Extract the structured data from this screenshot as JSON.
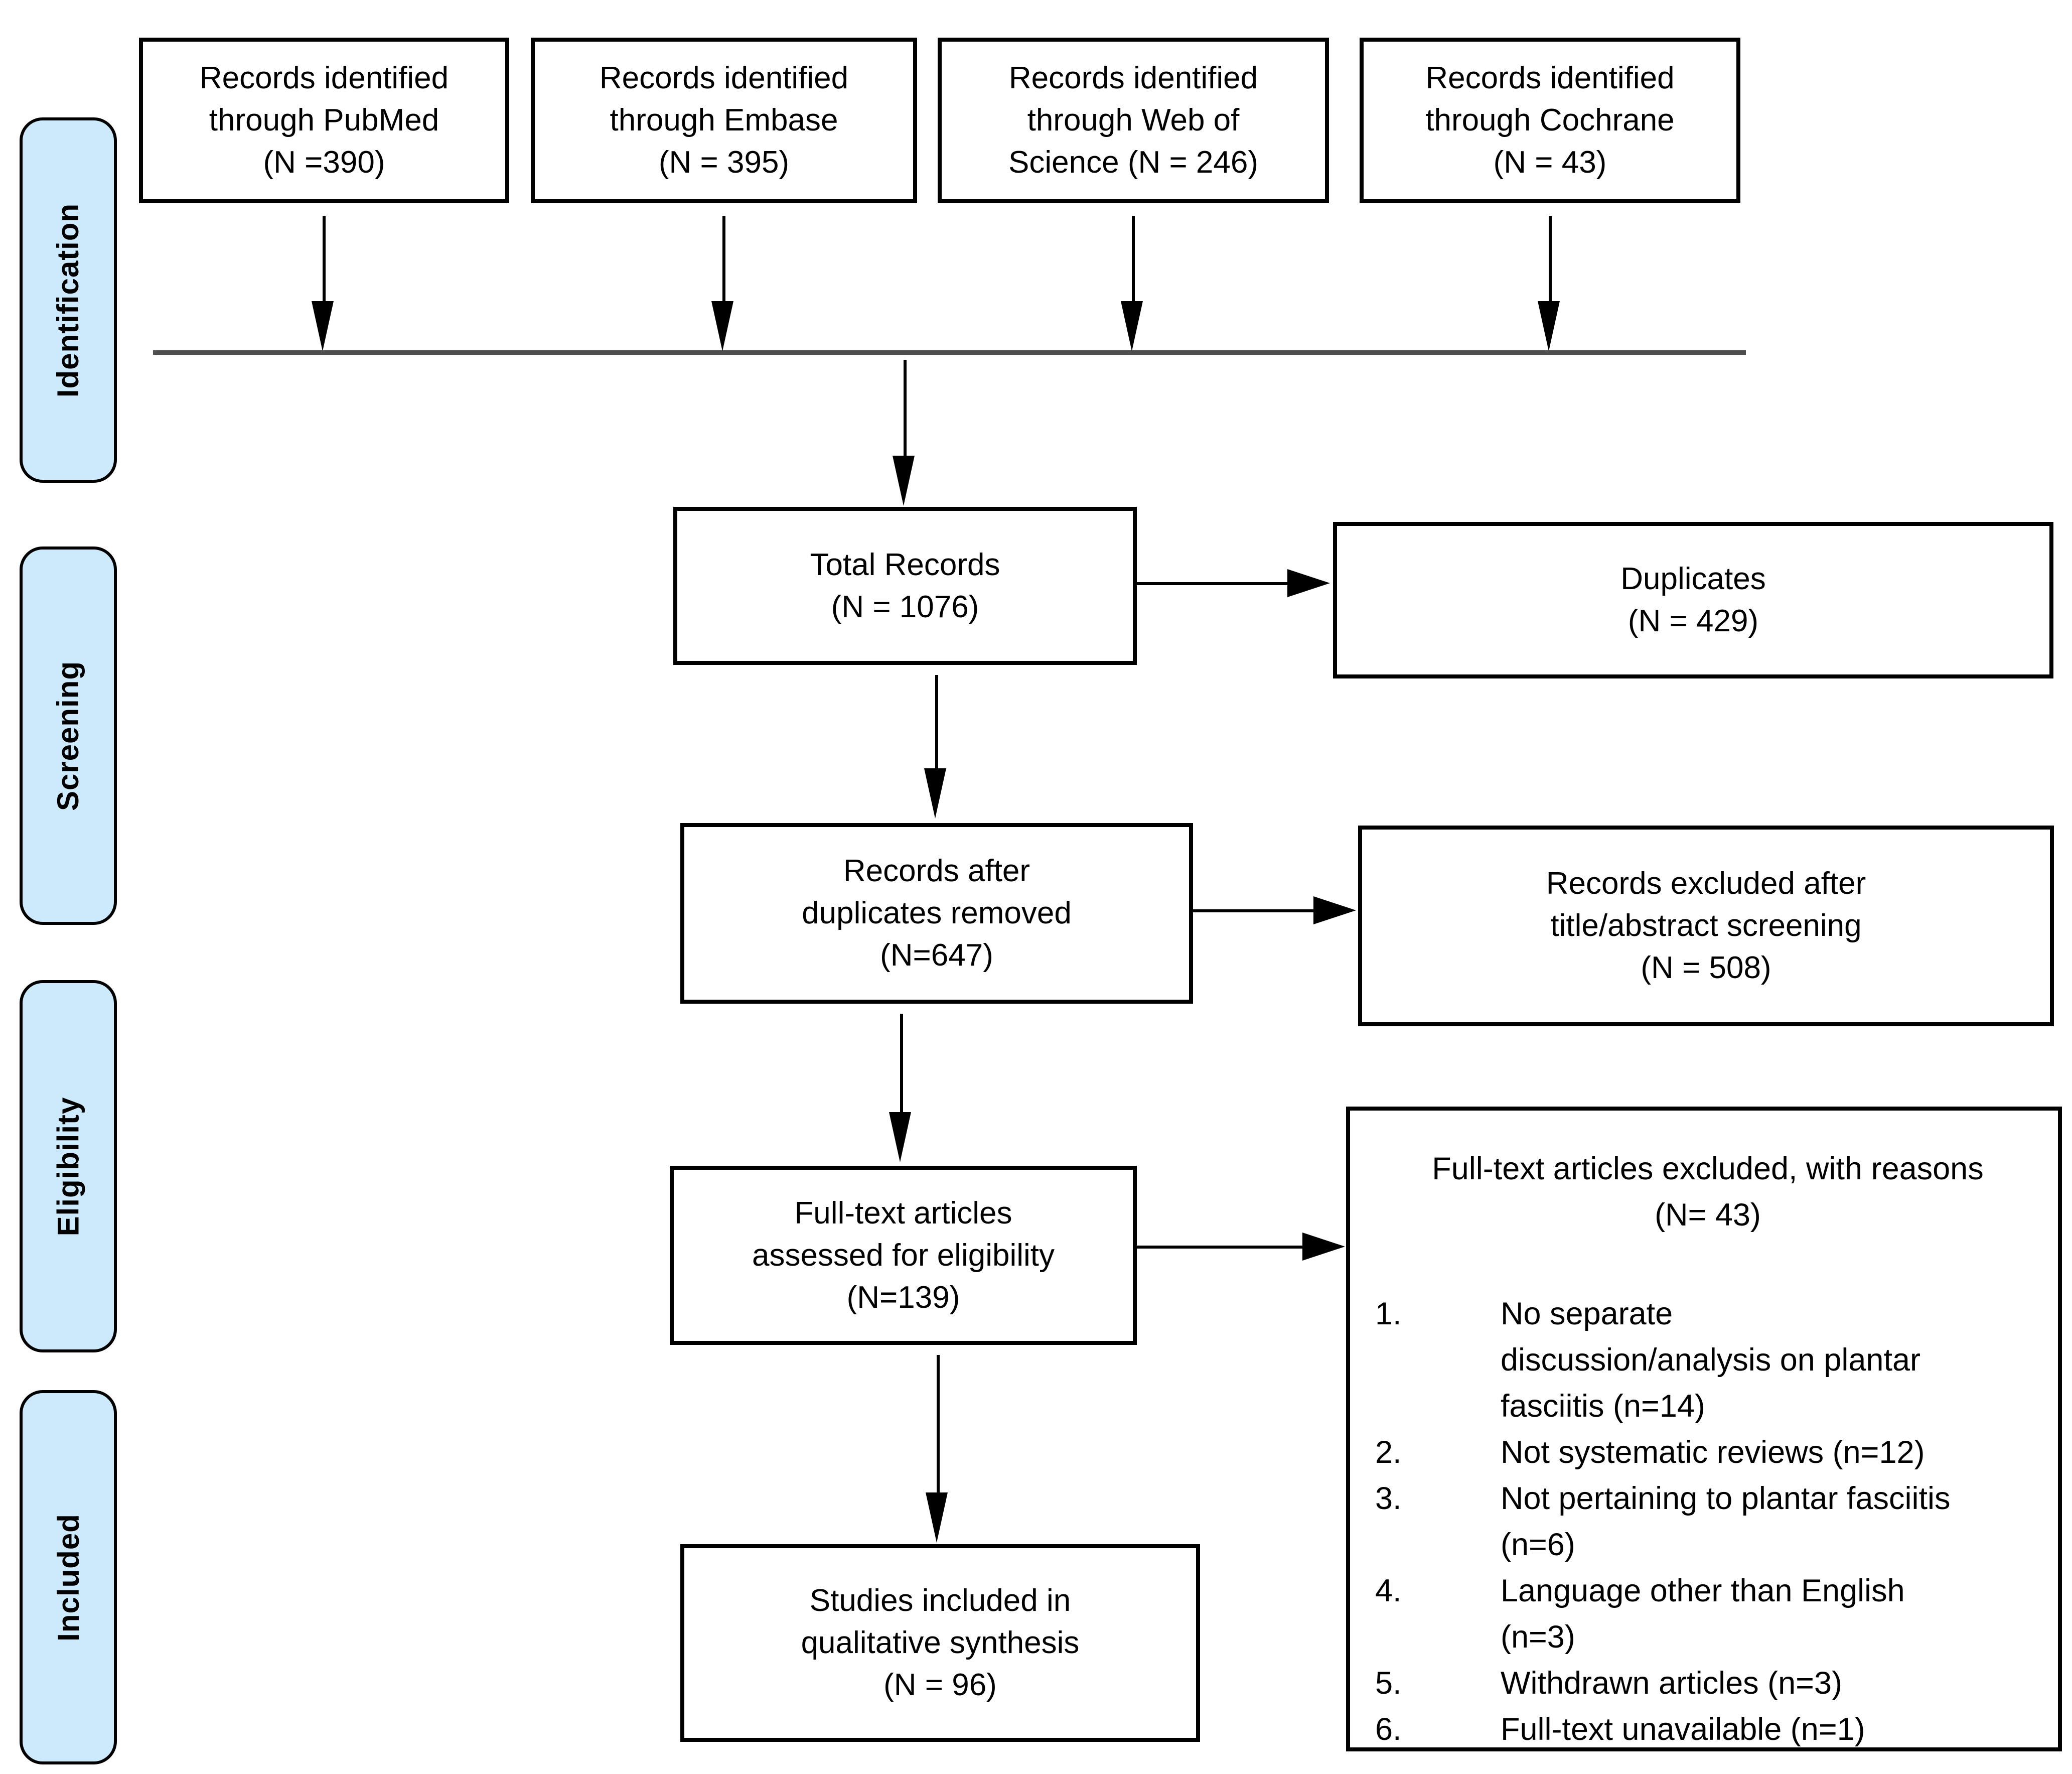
{
  "sidebar": [
    {
      "label": "Identification"
    },
    {
      "label": "Screening"
    },
    {
      "label": "Eligibility"
    },
    {
      "label": "Included"
    }
  ],
  "sources": [
    {
      "text": "Records identified\nthrough PubMed\n(N =390)"
    },
    {
      "text": "Records identified\nthrough Embase\n(N = 395)"
    },
    {
      "text": "Records identified\nthrough Web of\nScience (N = 246)"
    },
    {
      "text": "Records identified\nthrough Cochrane\n(N = 43)"
    }
  ],
  "total": {
    "text": "Total Records\n(N = 1076)"
  },
  "duplicates": {
    "text": "Duplicates\n(N = 429)"
  },
  "after_duplicates": {
    "text": "Records after\nduplicates removed\n(N=647)"
  },
  "excluded_screening": {
    "text": "Records excluded after\ntitle/abstract screening\n(N = 508)"
  },
  "assessed": {
    "text": "Full-text articles\nassessed for eligibility\n(N=139)"
  },
  "included_studies": {
    "text": "Studies included in\nqualitative synthesis\n(N = 96)"
  },
  "reasons": {
    "title": "Full-text articles excluded, with reasons\n(N= 43)",
    "items": [
      {
        "num": "1.",
        "text": "No separate\ndiscussion/analysis on plantar\nfasciitis (n=14)"
      },
      {
        "num": "2.",
        "text": "Not systematic reviews (n=12)"
      },
      {
        "num": "3.",
        "text": "Not pertaining to plantar fasciitis\n(n=6)"
      },
      {
        "num": "4.",
        "text": "Language other than English\n(n=3)"
      },
      {
        "num": "5.",
        "text": "Withdrawn articles (n=3)"
      },
      {
        "num": "6.",
        "text": "Full-text unavailable (n=1)"
      }
    ]
  },
  "colors": {
    "stage_fill": "#cdeafc",
    "box_border": "#000000",
    "collector_line": "#4f4f4f"
  }
}
